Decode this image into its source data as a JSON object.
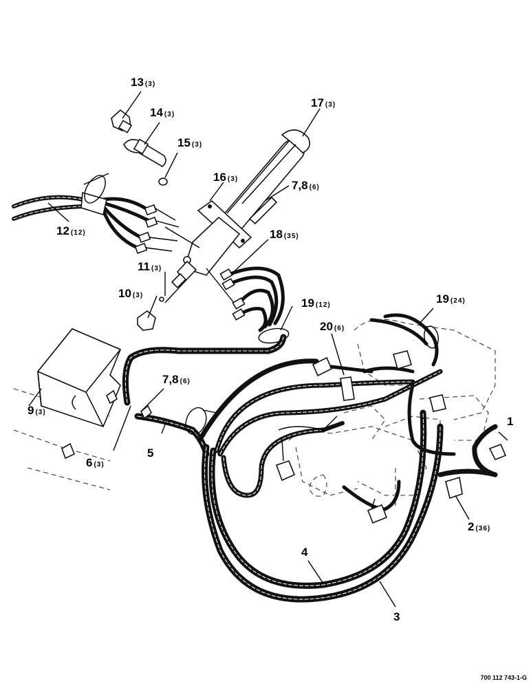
{
  "callouts": [
    {
      "id": "c13",
      "num": "13",
      "qty": "(3)"
    },
    {
      "id": "c14",
      "num": "14",
      "qty": "(3)"
    },
    {
      "id": "c15",
      "num": "15",
      "qty": "(3)"
    },
    {
      "id": "c17",
      "num": "17",
      "qty": "(3)"
    },
    {
      "id": "c16",
      "num": "16",
      "qty": "(3)"
    },
    {
      "id": "c78a",
      "num": "7,8",
      "qty": "(6)"
    },
    {
      "id": "c12",
      "num": "12",
      "qty": "(12)"
    },
    {
      "id": "c18",
      "num": "18",
      "qty": "(35)"
    },
    {
      "id": "c11",
      "num": "11",
      "qty": "(3)"
    },
    {
      "id": "c10",
      "num": "10",
      "qty": "(3)"
    },
    {
      "id": "c19a",
      "num": "19",
      "qty": "(12)"
    },
    {
      "id": "c19b",
      "num": "19",
      "qty": "(24)"
    },
    {
      "id": "c20",
      "num": "20",
      "qty": "(6)"
    },
    {
      "id": "c78b",
      "num": "7,8",
      "qty": "(6)"
    },
    {
      "id": "c9",
      "num": "9",
      "qty": "(3)"
    },
    {
      "id": "c1",
      "num": "1",
      "qty": ""
    },
    {
      "id": "c6",
      "num": "6",
      "qty": "(3)"
    },
    {
      "id": "c5",
      "num": "5",
      "qty": ""
    },
    {
      "id": "c2",
      "num": "2",
      "qty": "(36)"
    },
    {
      "id": "c4",
      "num": "4",
      "qty": ""
    },
    {
      "id": "c3",
      "num": "3",
      "qty": ""
    }
  ],
  "figure_code": "700 112 743-1-G"
}
